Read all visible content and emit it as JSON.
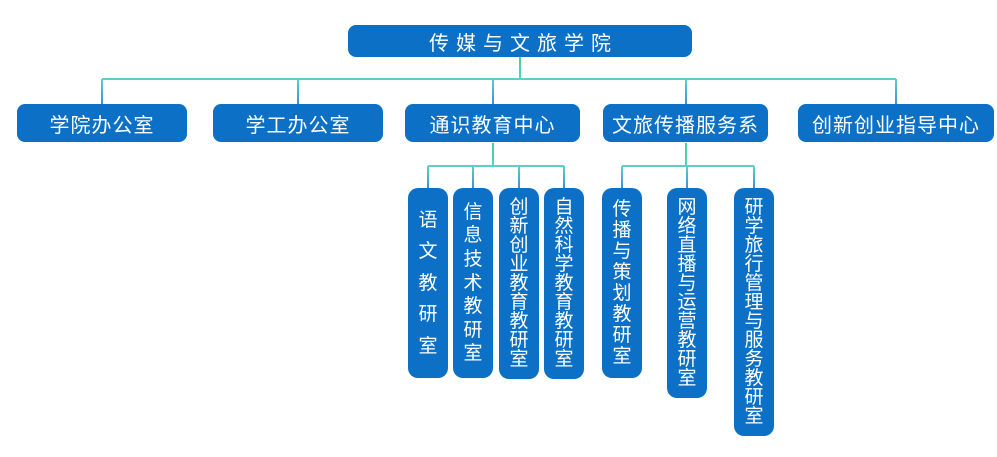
{
  "org": {
    "root": "传媒与文旅学院",
    "level2": [
      {
        "label": "学院办公室"
      },
      {
        "label": "学工办公室"
      },
      {
        "label": "通识教育中心",
        "children": [
          "语文教研室",
          "信息技术教研室",
          "创新创业教育教研室",
          "自然科学教育教研室"
        ]
      },
      {
        "label": "文旅传播服务系",
        "children": [
          "传播与策划教研室",
          "网络直播与运营教研室",
          "研学旅行管理与服务教研室"
        ]
      },
      {
        "label": "创新创业指导中心"
      }
    ],
    "colors": {
      "node_fill": "#0b70c6",
      "node_text": "#ffffff",
      "link_teal": "#5bd0c8",
      "link_green": "#3fd49f",
      "link_blue": "#3e8dd9"
    }
  }
}
